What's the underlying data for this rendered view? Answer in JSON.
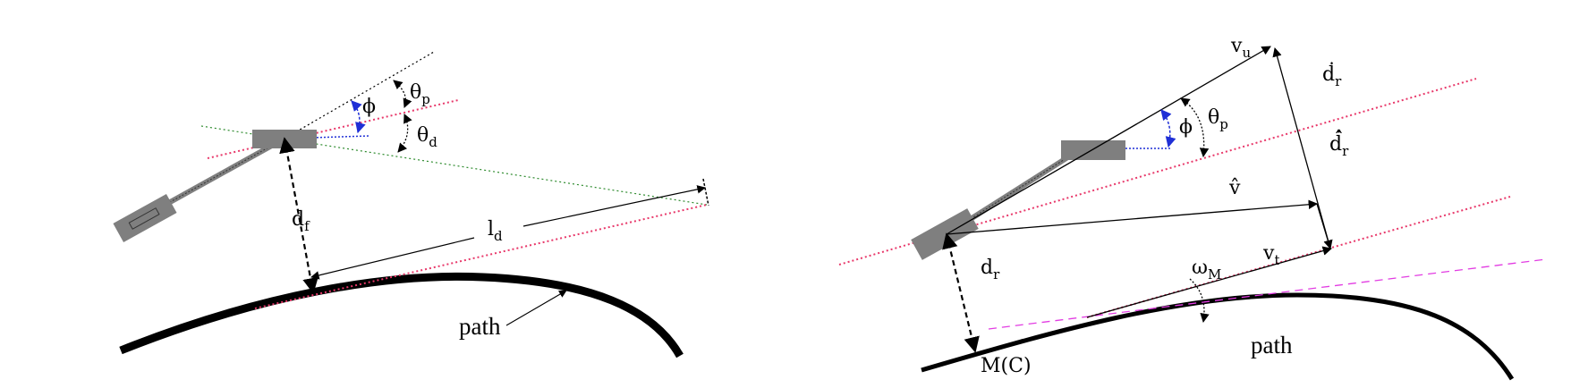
{
  "left_panel": {
    "labels": {
      "theta_p": "θ",
      "theta_p_sub": "p",
      "phi": "ϕ",
      "theta_d": "θ",
      "theta_d_sub": "d",
      "d_f": "d",
      "d_f_sub": "f",
      "l_d": "l",
      "l_d_sub": "d",
      "path": "path"
    }
  },
  "right_panel": {
    "labels": {
      "v_u": "v",
      "v_u_sub": "u",
      "d_r_dot": "ḋ",
      "d_r_dot_sub": "r",
      "d_r_hat_dot": "d̂̇",
      "d_r_hat_dot_sub": "r",
      "phi": "ϕ",
      "theta_p": "θ",
      "theta_p_sub": "p",
      "v_hat": "v̂",
      "v_t": "v",
      "v_t_sub": "t",
      "omega_M": "ω",
      "omega_M_sub": "M",
      "d_r": "d",
      "d_r_sub": "r",
      "m_c": "M(C)",
      "path": "path"
    }
  },
  "colors": {
    "stroke": "#000000",
    "vehicle": "#7f7f7f",
    "red_dotted": "#e8386a",
    "green_dotted": "#2e8b2e",
    "blue_dotted": "#1f2fd6",
    "magenta_dashed": "#e23ce2"
  }
}
